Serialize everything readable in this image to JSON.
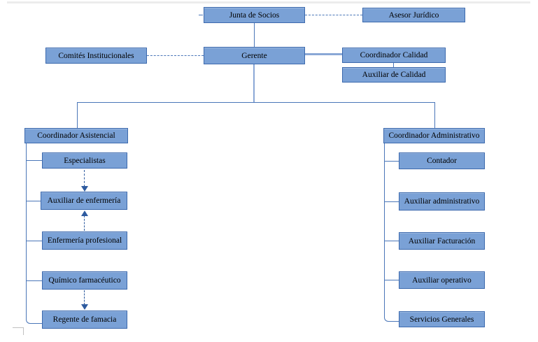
{
  "colors": {
    "box_fill": "#7aa1d6",
    "box_border": "#3c69ad",
    "connector": "#4a76b8",
    "connector_light": "#8aa7d6",
    "arrow": "#2e5b9f"
  },
  "nodes": {
    "junta_de_socios": "Junta de Socios",
    "asesor_juridico": "Asesor Jurídico",
    "comites_institucionales": "Comités Institucionales",
    "gerente": "Gerente",
    "coordinador_calidad": "Coordinador Calidad",
    "auxiliar_de_calidad": "Auxiliar de Calidad",
    "coordinador_asistencial": "Coordinador Asistencial",
    "especialistas": "Especialistas",
    "auxiliar_de_enfermeria": "Auxiliar de enfermería",
    "enfermeria_profesional": "Enfermería profesional",
    "quimico_farmaceutico": "Químico farmacéutico",
    "regente_de_famacia": "Regente de famacia",
    "coordinador_administrativo": "Coordinador Administrativo",
    "contador": "Contador",
    "auxiliar_administrativo": "Auxiliar administrativo",
    "auxiliar_facturacion": "Auxiliar Facturación",
    "auxiliar_operativo": "Auxiliar operativo",
    "servicios_generales": "Servicios Generales"
  }
}
